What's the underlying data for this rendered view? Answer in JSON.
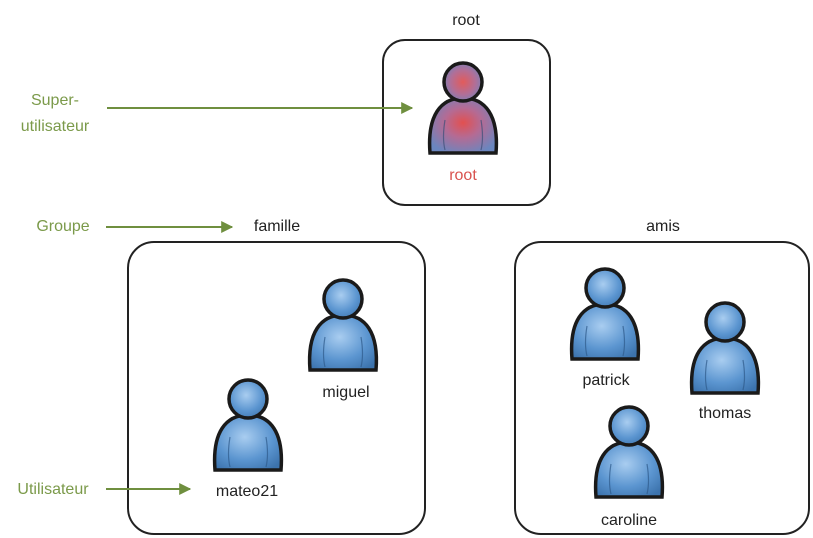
{
  "groups": {
    "root": {
      "title": "root"
    },
    "famille": {
      "title": "famille"
    },
    "amis": {
      "title": "amis"
    }
  },
  "users": {
    "root": {
      "name": "root"
    },
    "miguel": {
      "name": "miguel"
    },
    "mateo21": {
      "name": "mateo21"
    },
    "patrick": {
      "name": "patrick"
    },
    "thomas": {
      "name": "thomas"
    },
    "caroline": {
      "name": "caroline"
    }
  },
  "annotations": {
    "superuser_line1": "Super-",
    "superuser_line2": "utilisateur",
    "group": "Groupe",
    "user": "Utilisateur"
  },
  "colors": {
    "annotation": "#7b9a4a",
    "arrow": "#6f8f3f",
    "root_label": "#d9534f",
    "user_fill": "#5b95d0",
    "root_fill": "#6e88b8",
    "outline": "#1a1a1a",
    "box_border": "#222222"
  },
  "icons": {
    "user": "person-icon",
    "superuser": "person-red-icon"
  }
}
